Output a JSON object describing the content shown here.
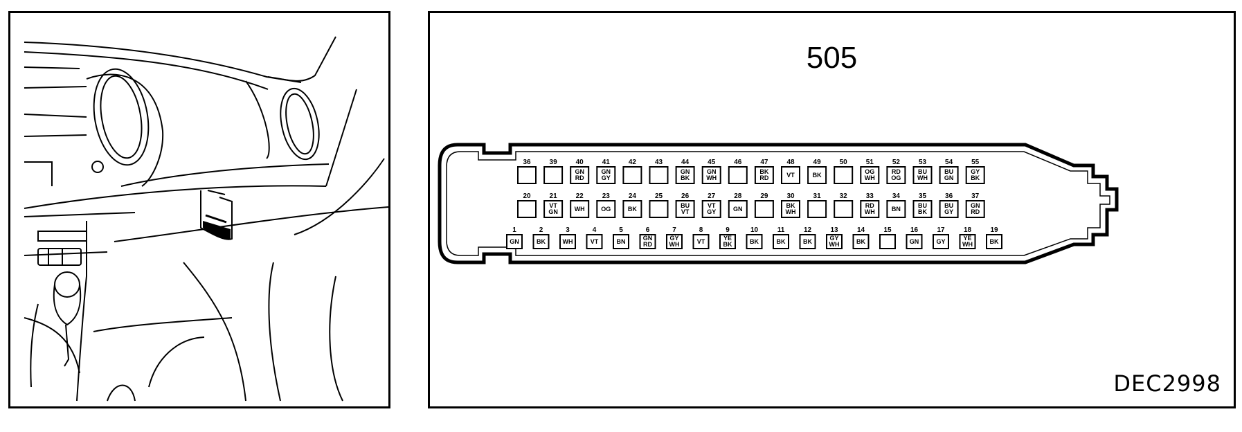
{
  "location_figure": {
    "view": "dashboard-lower-left"
  },
  "connector": {
    "number": "505",
    "figure_code": "DEC2998",
    "rows": [
      [
        {
          "pin": "36",
          "code": ""
        },
        {
          "pin": "39",
          "code": ""
        },
        {
          "pin": "40",
          "code": "GN/RD"
        },
        {
          "pin": "41",
          "code": "GN/GY"
        },
        {
          "pin": "42",
          "code": ""
        },
        {
          "pin": "43",
          "code": ""
        },
        {
          "pin": "44",
          "code": "GN/BK"
        },
        {
          "pin": "45",
          "code": "GN/WH"
        },
        {
          "pin": "46",
          "code": ""
        },
        {
          "pin": "47",
          "code": "BK/RD"
        },
        {
          "pin": "48",
          "code": "VT"
        },
        {
          "pin": "49",
          "code": "BK"
        },
        {
          "pin": "50",
          "code": ""
        },
        {
          "pin": "51",
          "code": "OG/WH"
        },
        {
          "pin": "52",
          "code": "RD/OG"
        },
        {
          "pin": "53",
          "code": "BU/WH"
        },
        {
          "pin": "54",
          "code": "BU/GN"
        },
        {
          "pin": "55",
          "code": "GY/BK"
        }
      ],
      [
        {
          "pin": "20",
          "code": ""
        },
        {
          "pin": "21",
          "code": "VT/GN"
        },
        {
          "pin": "22",
          "code": "WH"
        },
        {
          "pin": "23",
          "code": "OG"
        },
        {
          "pin": "24",
          "code": "BK"
        },
        {
          "pin": "25",
          "code": ""
        },
        {
          "pin": "26",
          "code": "BU/VT"
        },
        {
          "pin": "27",
          "code": "VT/GY"
        },
        {
          "pin": "28",
          "code": "GN"
        },
        {
          "pin": "29",
          "code": ""
        },
        {
          "pin": "30",
          "code": "BK/WH"
        },
        {
          "pin": "31",
          "code": ""
        },
        {
          "pin": "32",
          "code": ""
        },
        {
          "pin": "33",
          "code": "RD/WH"
        },
        {
          "pin": "34",
          "code": "BN"
        },
        {
          "pin": "35",
          "code": "BU/BK"
        },
        {
          "pin": "36",
          "code": "BU/GY"
        },
        {
          "pin": "37",
          "code": "GN/RD"
        }
      ],
      [
        {
          "pin": "1",
          "code": "GN"
        },
        {
          "pin": "2",
          "code": "BK"
        },
        {
          "pin": "3",
          "code": "WH"
        },
        {
          "pin": "4",
          "code": "VT"
        },
        {
          "pin": "5",
          "code": "BN"
        },
        {
          "pin": "6",
          "code": "GN/RD"
        },
        {
          "pin": "7",
          "code": "GY/WH"
        },
        {
          "pin": "8",
          "code": "VT"
        },
        {
          "pin": "9",
          "code": "YE/BK"
        },
        {
          "pin": "10",
          "code": "BK"
        },
        {
          "pin": "11",
          "code": "BK"
        },
        {
          "pin": "12",
          "code": "BK"
        },
        {
          "pin": "13",
          "code": "GY/WH"
        },
        {
          "pin": "14",
          "code": "BK"
        },
        {
          "pin": "15",
          "code": ""
        },
        {
          "pin": "16",
          "code": "GN"
        },
        {
          "pin": "17",
          "code": "GY"
        },
        {
          "pin": "18",
          "code": "YE/WH"
        },
        {
          "pin": "19",
          "code": "BK"
        }
      ]
    ]
  }
}
